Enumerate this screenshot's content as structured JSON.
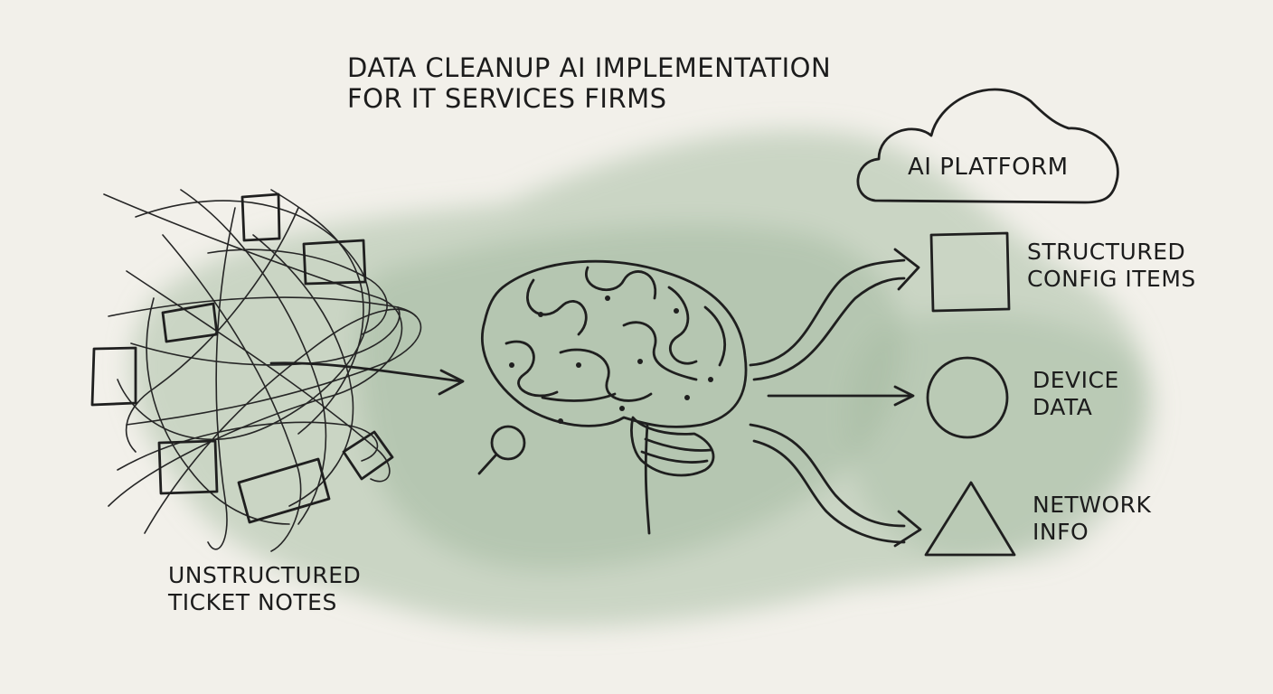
{
  "title": {
    "line1": "DATA CLEANUP AI IMPLEMENTATION",
    "line2": "FOR IT SERVICES FIRMS"
  },
  "platform": {
    "label": "AI PLATFORM"
  },
  "input": {
    "line1": "UNSTRUCTURED",
    "line2": "TICKET NOTES"
  },
  "outputs": [
    {
      "shape": "square",
      "line1": "STRUCTURED",
      "line2": "CONFIG ITEMS"
    },
    {
      "shape": "circle",
      "line1": "DEVICE",
      "line2": "DATA"
    },
    {
      "shape": "triangle",
      "line1": "NETWORK",
      "line2": "INFO"
    }
  ],
  "colors": {
    "ink": "#1f1f1f",
    "paper": "#f2f0ea",
    "wash": "#a9bfa6"
  }
}
